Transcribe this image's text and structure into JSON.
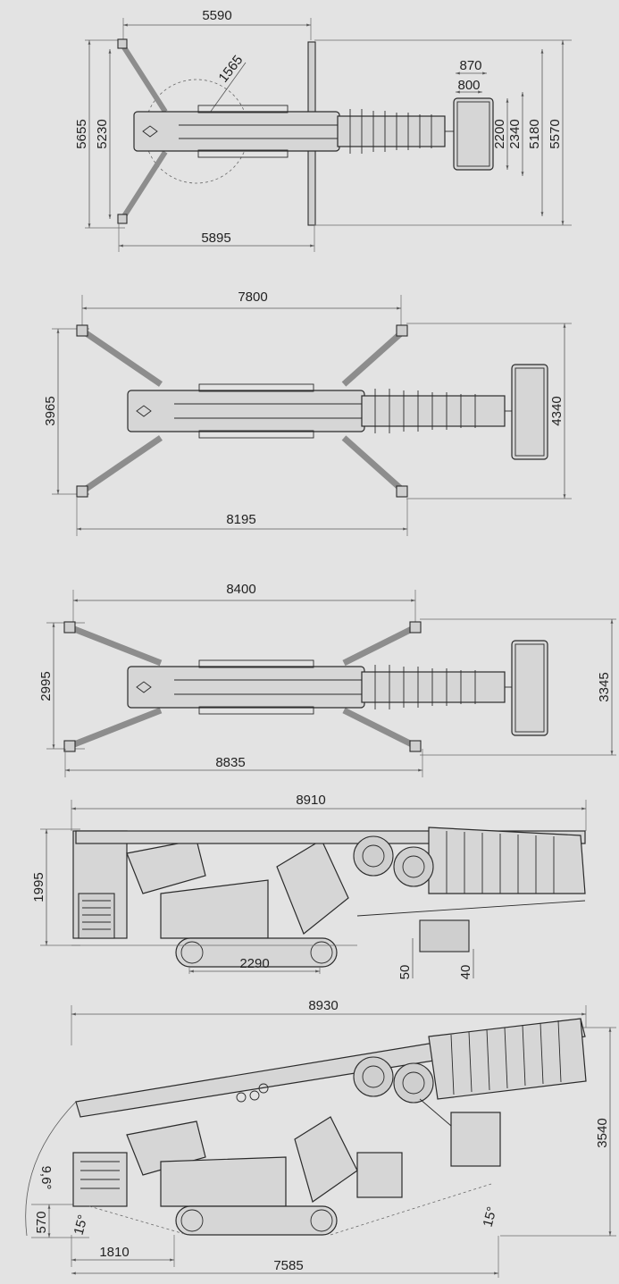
{
  "views": {
    "top1": {
      "dims": {
        "width_top": "5590",
        "radius": "1565",
        "depth_outer": "5655",
        "depth_inner": "5230",
        "basket_870": "870",
        "basket_800": "800",
        "basket_2200": "2200",
        "basket_2340": "2340",
        "width_5180": "5180",
        "width_5570": "5570",
        "width_bottom": "5895"
      }
    },
    "top2": {
      "dims": {
        "width_top": "7800",
        "depth_left": "3965",
        "depth_right": "4340",
        "width_bottom": "8195"
      }
    },
    "top3": {
      "dims": {
        "width_top": "8400",
        "depth_left": "2995",
        "depth_right": "3345",
        "width_bottom": "8835"
      }
    },
    "side1": {
      "dims": {
        "length": "8910",
        "height": "1995",
        "track": "2290",
        "clear_50": "50",
        "clear_40": "40"
      }
    },
    "side2": {
      "dims": {
        "length": "8930",
        "height": "3540",
        "angle_left": "9,6°",
        "height_570": "570",
        "angle_15_left": "15°",
        "angle_15_right": "15°",
        "offset_1810": "1810",
        "length_7585": "7585"
      }
    }
  },
  "colors": {
    "background": "#e3e3e3",
    "line": "#2b2b2b",
    "dimension": "#5a5a5a"
  }
}
